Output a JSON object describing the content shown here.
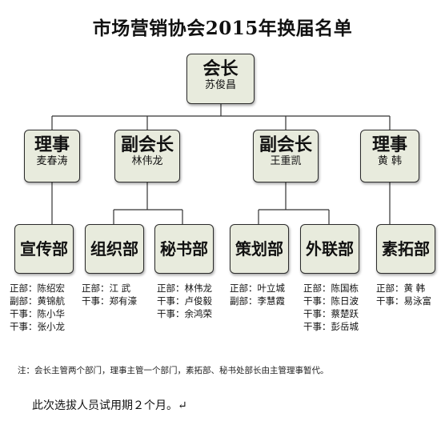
{
  "title": "市场营销协会2015年换届名单",
  "president": {
    "role": "会长",
    "name": "苏俊昌"
  },
  "level2": [
    {
      "role": "理事",
      "name": "麦春涛"
    },
    {
      "role": "副会长",
      "name": "林伟龙"
    },
    {
      "role": "副会长",
      "name": "王重凯"
    },
    {
      "role": "理事",
      "name": "黄 韩"
    }
  ],
  "departments": [
    {
      "name": "宣传部",
      "members": [
        "正部：陈绍宏",
        "副部：黄锦航",
        "干事：陈小华",
        "干事：张小龙"
      ]
    },
    {
      "name": "组织部",
      "members": [
        "正部：江 武",
        "干事：郑有濠"
      ]
    },
    {
      "name": "秘书部",
      "members": [
        "正部：林伟龙",
        "干事：卢俊毅",
        "干事：余鸿荣"
      ]
    },
    {
      "name": "策划部",
      "members": [
        "正部：叶立城",
        "副部：李慧霞"
      ]
    },
    {
      "name": "外联部",
      "members": [
        "正部：陈国栋",
        "干事：陈日波",
        "干事：蔡楚跃",
        "干事：彭岳城"
      ]
    },
    {
      "name": "素拓部",
      "members": [
        "正部：黄 韩",
        "干事：易泳富"
      ]
    }
  ],
  "note": "注：会长主管两个部门，理事主管一个部门，素拓部、秘书处部长由主管理事暂代。",
  "footer": "此次选拔人员试用期２个月。↵"
}
